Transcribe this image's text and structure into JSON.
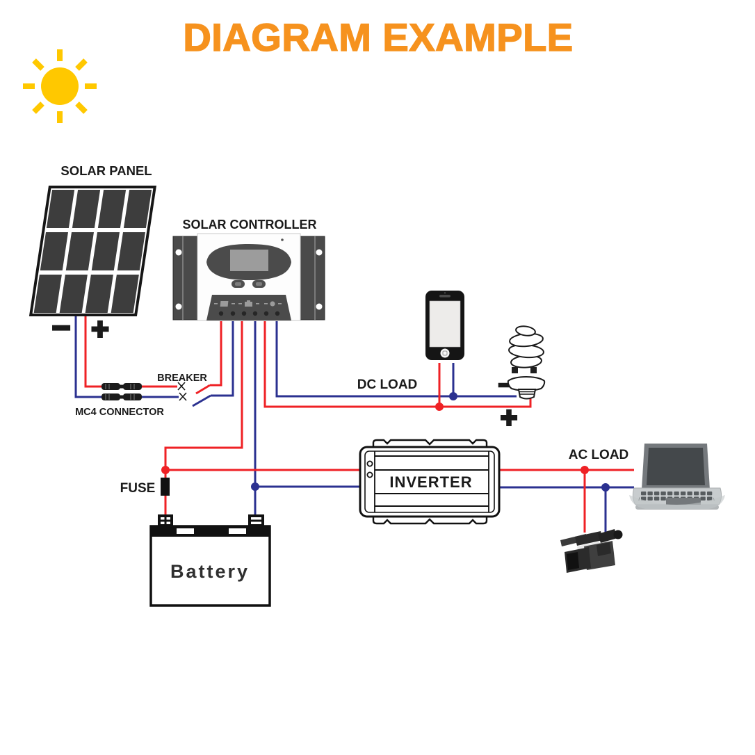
{
  "title": "DIAGRAM EXAMPLE",
  "colors": {
    "accent": "#F6921E",
    "sun": "#FFC800",
    "wire_red": "#EF2125",
    "wire_blue": "#2B3190",
    "label": "#1A1A1A"
  },
  "labels": {
    "solar_panel": "SOLAR PANEL",
    "solar_controller": "SOLAR CONTROLLER",
    "breaker": "BREAKER",
    "mc4_connector": "MC4 CONNECTOR",
    "dc_load": "DC LOAD",
    "ac_load": "AC LOAD",
    "fuse": "FUSE",
    "inverter": "INVERTER",
    "battery": "Battery",
    "pv_minus": "−",
    "pv_plus": "+",
    "dc_minus": "−",
    "dc_plus": "+"
  },
  "icons": [
    "sun-icon",
    "solar-panel",
    "solar-controller",
    "mc4-connector-icon",
    "breaker-switch-icon",
    "smartphone-icon",
    "cfl-bulb-icon",
    "inverter-box",
    "fuse-icon",
    "battery-icon",
    "laptop-icon",
    "video-camera-icon"
  ]
}
